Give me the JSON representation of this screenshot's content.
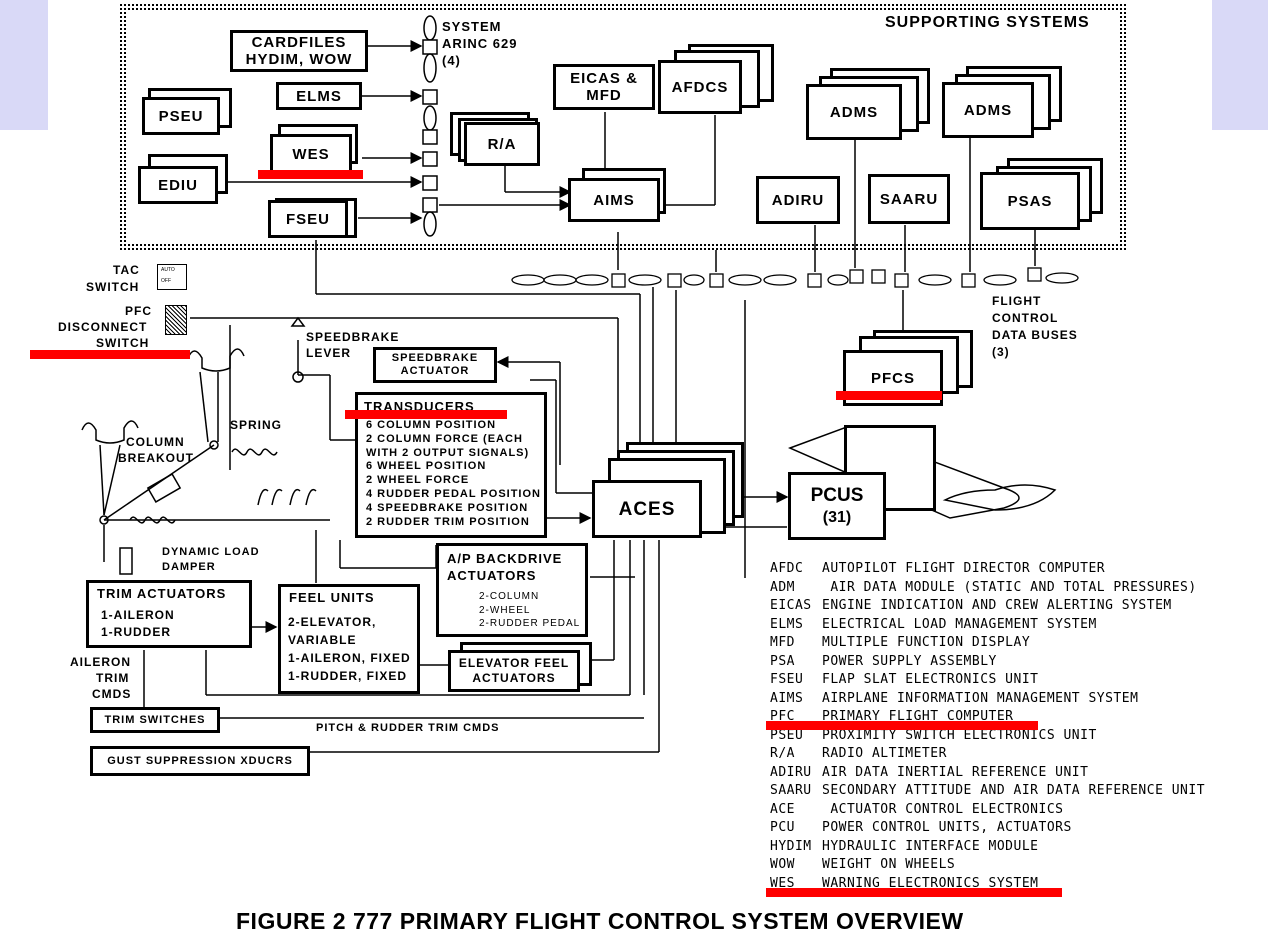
{
  "title": "FIGURE 2   777 PRIMARY FLIGHT CONTROL SYSTEM OVERVIEW",
  "supporting_systems_label": "SUPPORTING SYSTEMS",
  "system_arinc_label": "SYSTEM ARINC 629 (4)",
  "boxes": {
    "cardfiles": "CARDFILES HYDIM, WOW",
    "pseu": "PSEU",
    "elms": "ELMS",
    "wes": "WES",
    "ediu": "EDIU",
    "fseu": "FSEU",
    "eicas": "EICAS & MFD",
    "afdcs": "AFDCS",
    "ra": "R/A",
    "aims": "AIMS",
    "adms1": "ADMS",
    "adms2": "ADMS",
    "adiru": "ADIRU",
    "saaru": "SAARU",
    "psas": "PSAS",
    "pfcs": "PFCS",
    "speedbrake_actuator": "SPEEDBRAKE ACTUATOR",
    "aces": "ACES",
    "pcus_line1": "PCUS",
    "pcus_line2": "(31)",
    "ap_backdrive": "A/P BACKDRIVE ACTUATORS",
    "elevator_feel": "ELEVATOR FEEL ACTUATORS",
    "trim_switches": "TRIM SWITCHES",
    "gust": "GUST SUPPRESSION XDUCRS"
  },
  "transducers": {
    "heading": "TRANSDUCERS",
    "items": [
      "6 COLUMN POSITION",
      "2 COLUMN FORCE (EACH",
      "WITH 2 OUTPUT SIGNALS)",
      "6 WHEEL POSITION",
      "2 WHEEL FORCE",
      "4 RUDDER PEDAL POSITION",
      "4 SPEEDBRAKE POSITION",
      "2 RUDDER TRIM POSITION"
    ]
  },
  "ap_backdrive_items": [
    "2-COLUMN",
    "2-WHEEL",
    "2-RUDDER PEDAL"
  ],
  "trim_actuators": {
    "heading": "TRIM ACTUATORS",
    "items": [
      "1-AILERON",
      "1-RUDDER"
    ]
  },
  "feel_units": {
    "heading": "FEEL UNITS",
    "items": [
      "2-ELEVATOR,",
      "VARIABLE",
      "1-AILERON, FIXED",
      "1-RUDDER, FIXED"
    ]
  },
  "labels": {
    "tac_switch": "TAC SWITCH",
    "tac_switch_l1": "TAC",
    "tac_switch_l2": "SWITCH",
    "tac_auto": "AUTO",
    "tac_off": "OFF",
    "pfc_disconnect_l1": "PFC",
    "pfc_disconnect_l2": "DISCONNECT",
    "pfc_disconnect_l3": "SWITCH",
    "speedbrake_lever_l1": "SPEEDBRAKE",
    "speedbrake_lever_l2": "LEVER",
    "spring": "SPRING",
    "column_breakout_l1": "COLUMN",
    "column_breakout_l2": "BREAKOUT",
    "dynamic_load_l1": "DYNAMIC LOAD",
    "dynamic_load_l2": "DAMPER",
    "aileron_trim_l1": "AILERON",
    "aileron_trim_l2": "TRIM",
    "aileron_trim_l3": "CMDS",
    "pitch_rudder_trim": "PITCH & RUDDER TRIM CMDS",
    "fcdb_l1": "FLIGHT",
    "fcdb_l2": "CONTROL",
    "fcdb_l3": "DATA BUSES",
    "fcdb_l4": "(3)"
  },
  "glossary": [
    {
      "abbr": "AFDC",
      "text": "AUTOPILOT FLIGHT DIRECTOR COMPUTER"
    },
    {
      "abbr": "ADM",
      "text": " AIR DATA MODULE (STATIC AND TOTAL PRESSURES)"
    },
    {
      "abbr": "EICAS",
      "text": "ENGINE INDICATION AND CREW ALERTING SYSTEM"
    },
    {
      "abbr": "ELMS",
      "text": "ELECTRICAL LOAD MANAGEMENT SYSTEM"
    },
    {
      "abbr": "MFD",
      "text": "MULTIPLE FUNCTION DISPLAY"
    },
    {
      "abbr": "PSA",
      "text": "POWER SUPPLY ASSEMBLY"
    },
    {
      "abbr": "FSEU",
      "text": "FLAP SLAT ELECTRONICS UNIT"
    },
    {
      "abbr": "AIMS",
      "text": "AIRPLANE INFORMATION MANAGEMENT SYSTEM"
    },
    {
      "abbr": "PFC",
      "text": "PRIMARY FLIGHT COMPUTER"
    },
    {
      "abbr": "PSEU",
      "text": "PROXIMITY SWITCH ELECTRONICS UNIT"
    },
    {
      "abbr": "R/A",
      "text": "RADIO ALTIMETER"
    },
    {
      "abbr": "ADIRU",
      "text": "AIR DATA INERTIAL REFERENCE UNIT"
    },
    {
      "abbr": "SAARU",
      "text": "SECONDARY ATTITUDE AND AIR DATA REFERENCE UNIT"
    },
    {
      "abbr": "ACE",
      "text": " ACTUATOR CONTROL ELECTRONICS"
    },
    {
      "abbr": "PCU",
      "text": "POWER CONTROL UNITS, ACTUATORS"
    },
    {
      "abbr": "HYDIM",
      "text": "HYDRAULIC INTERFACE MODULE"
    },
    {
      "abbr": "WOW",
      "text": "WEIGHT ON WHEELS"
    },
    {
      "abbr": "WES",
      "text": "WARNING ELECTRONICS SYSTEM"
    }
  ],
  "colors": {
    "highlight": "#ff0000",
    "side_panel": "#d9d9f7"
  }
}
